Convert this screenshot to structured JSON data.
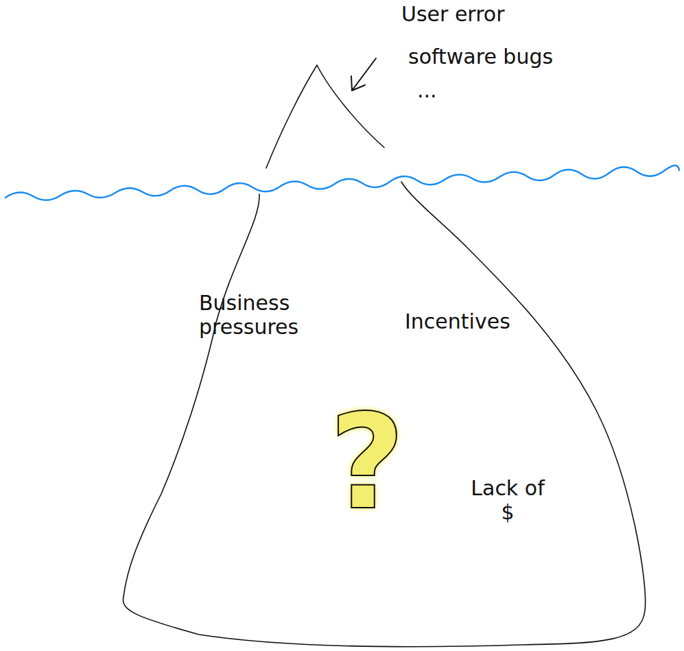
{
  "diagram": {
    "nodes": [
      {
        "text": [
          "Business pressures",
          "Incentives",
          "?",
          "Lack of $"
        ]
      }
    ],
    "labels": [
      "User error",
      "software bugs",
      "..."
    ]
  }
}
